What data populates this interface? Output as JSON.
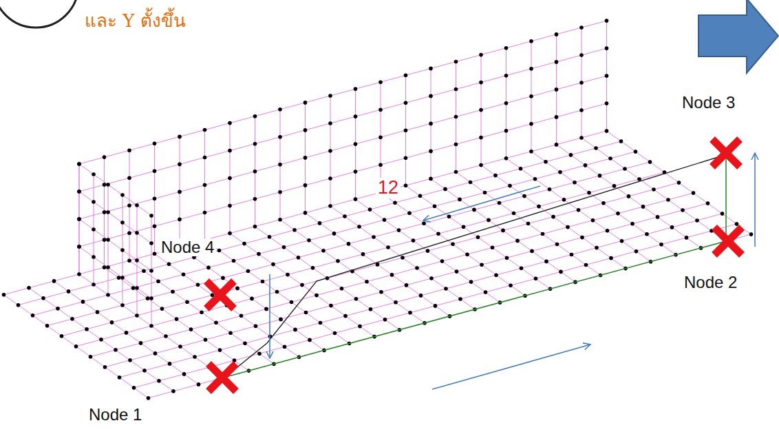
{
  "diagram": {
    "labels": [
      "และ Y ตั้งขึ้น",
      "12",
      "Node 3",
      "Node 4",
      "Node 2",
      "Node 1"
    ]
  }
}
